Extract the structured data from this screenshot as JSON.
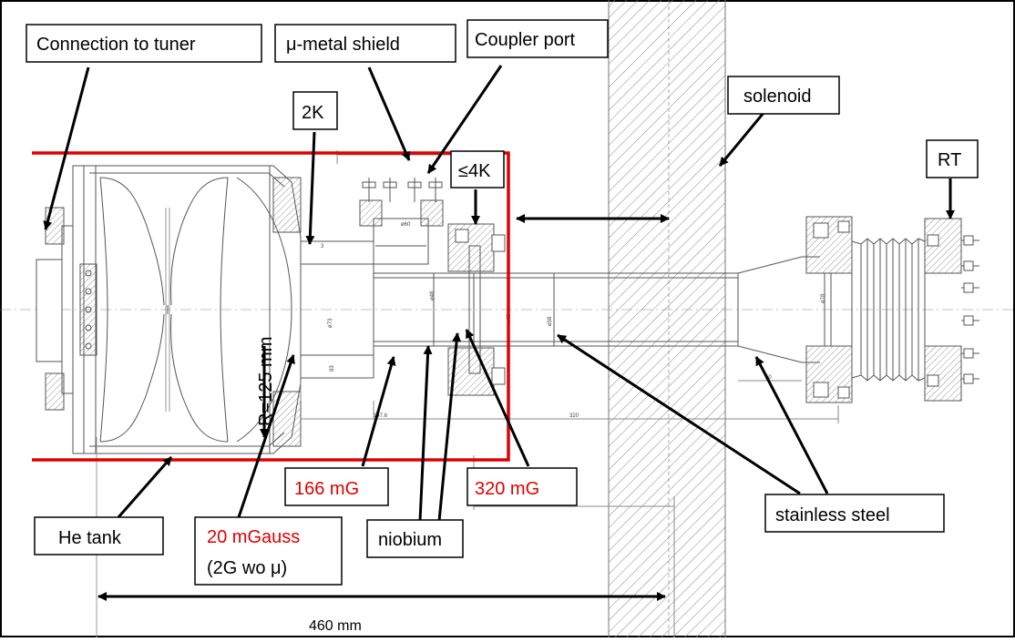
{
  "labels": {
    "connection_to_tuner": "Connection to tuner",
    "mu_metal_shield": "μ-metal shield",
    "coupler_port": "Coupler port",
    "two_k": "2K",
    "solenoid": "solenoid",
    "le_4k": "≤4K",
    "rt": "RT",
    "r_125": "R=125 mm",
    "he_tank": "He tank",
    "mgauss_20": "20 mGauss",
    "wo_mu": "(2G wo μ)",
    "mg_166": "166 mG",
    "mg_320": "320 mG",
    "niobium": "niobium",
    "stainless_steel": "stainless steel",
    "dim_460": "460 mm"
  },
  "drawing_marks": {
    "d83": "83",
    "d3": "3",
    "d73": "ø73",
    "d48": "ø48",
    "d40": "ø40",
    "d58": "ø58",
    "d78": "ø78",
    "d50": "50",
    "d1476": "147.6",
    "d320": "320",
    "d300": "300",
    "d60": "ø60"
  },
  "colors": {
    "highlight": "#e00000",
    "line": "#000000",
    "drawing": "#555555"
  }
}
